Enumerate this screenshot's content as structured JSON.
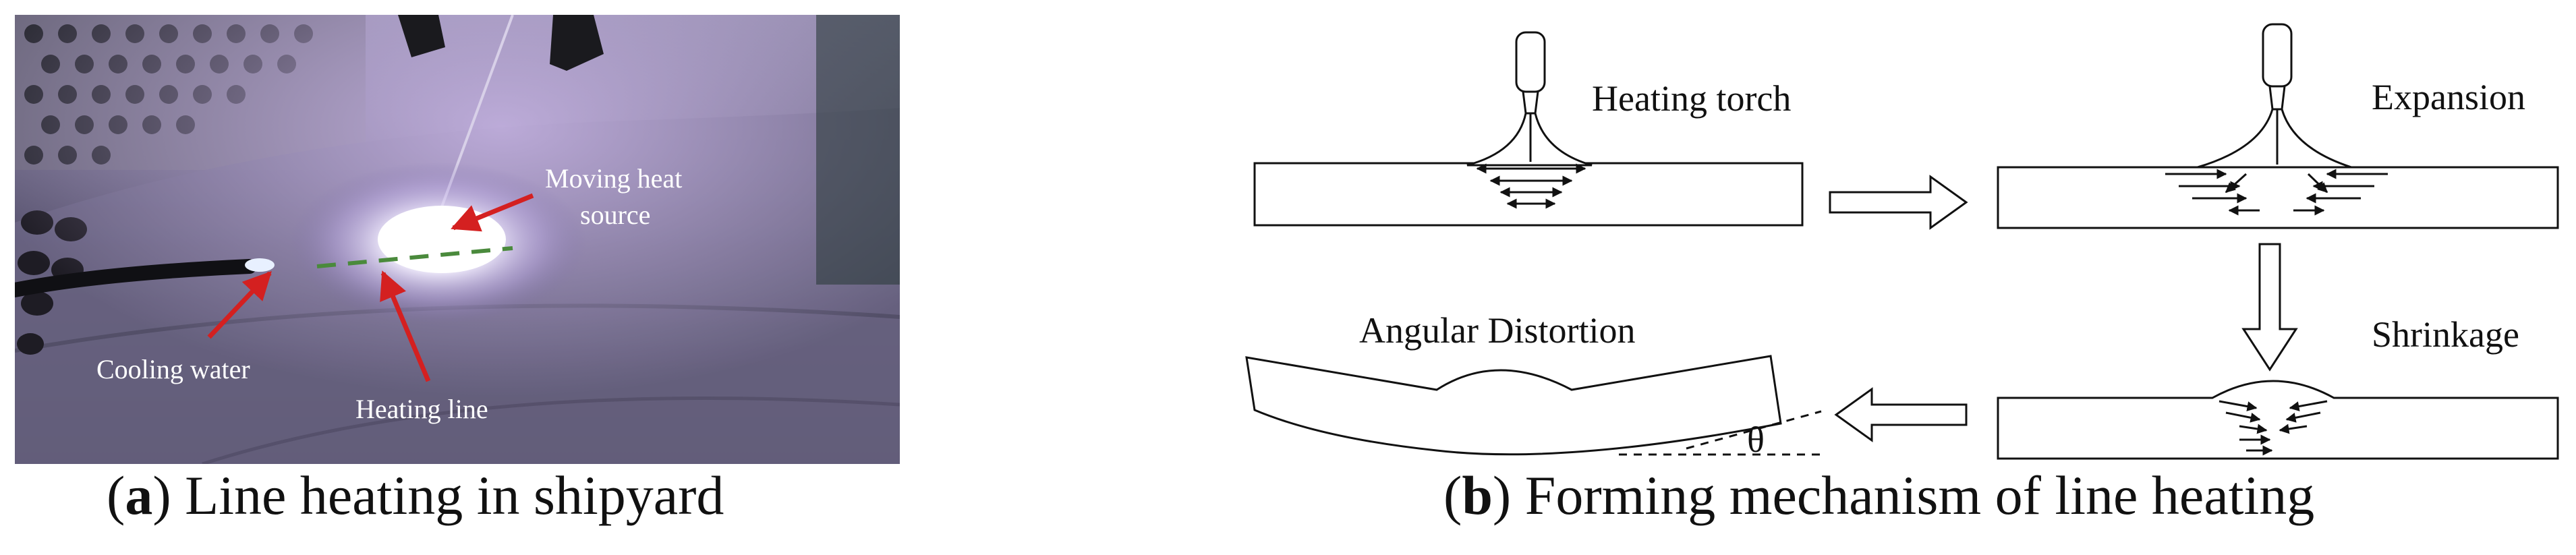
{
  "panel_a": {
    "labels": {
      "moving_heat_source_line1": "Moving heat",
      "moving_heat_source_line2": "source",
      "cooling_water": "Cooling water",
      "heating_line": "Heating line"
    },
    "caption": {
      "letter": "a",
      "text": "Line heating in shipyard"
    }
  },
  "panel_b": {
    "labels": {
      "heating_torch": "Heating torch",
      "expansion": "Expansion",
      "shrinkage": "Shrinkage",
      "angular_distortion": "Angular Distortion",
      "theta": "θ"
    },
    "caption": {
      "letter": "b",
      "text": "Forming mechanism of line heating"
    }
  },
  "colors": {
    "arrow_red": "#d42020",
    "heating_line_green": "#4a8a3c",
    "hull_base": "#5c5c7a"
  }
}
